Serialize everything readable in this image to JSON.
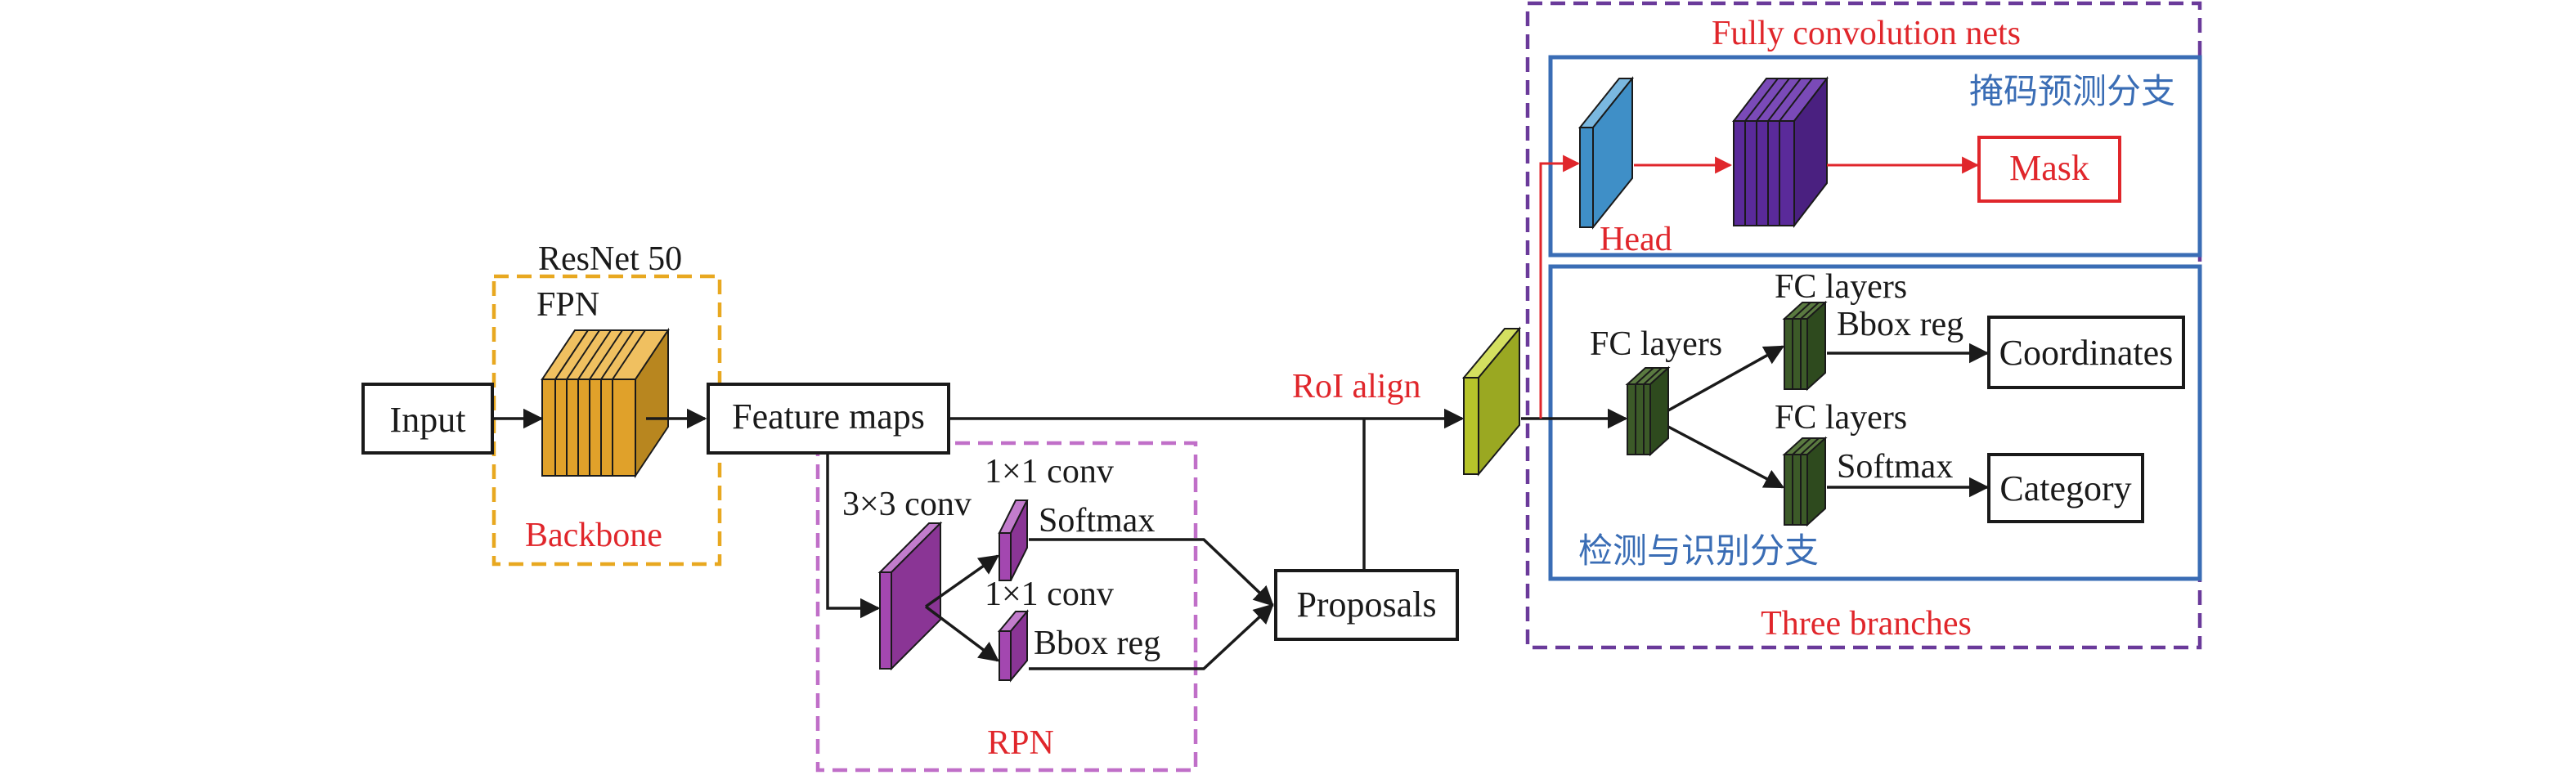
{
  "nodes": {
    "input": "Input",
    "feature_maps": "Feature maps",
    "proposals": "Proposals",
    "mask": "Mask",
    "coordinates": "Coordinates",
    "category": "Category"
  },
  "labels": {
    "resnet": "ResNet 50",
    "fpn": "FPN",
    "backbone": "Backbone",
    "conv3": "3×3 conv",
    "conv1_top": "1×1 conv",
    "softmax_rpn": "Softmax",
    "conv1_bottom": "1×1 conv",
    "bbox_rpn": "Bbox reg",
    "rpn": "RPN",
    "roi_align": "RoI align",
    "fcn": "Fully convolution nets",
    "mask_branch": "掩码预测分支",
    "head": "Head",
    "fc_layers_main": "FC layers",
    "fc_layers_top": "FC layers",
    "bbox_reg": "Bbox reg",
    "fc_layers_bottom": "FC layers",
    "softmax": "Softmax",
    "det_branch": "检测与识别分支",
    "three_branches": "Three branches"
  },
  "colors": {
    "backbone_block": "#e0a12a",
    "rpn_block": "#a347b0",
    "roi_block": "#b6c42a",
    "head_block": "#3f8fc7",
    "mask_block": "#5a2a9a",
    "fc_block": "#3c5a28",
    "backbone_frame": "#e8a820",
    "rpn_frame": "#c06fc8",
    "outer_frame": "#6a3a9a",
    "branch_frame": "#3a6db5",
    "accent_red": "#e0262b"
  }
}
